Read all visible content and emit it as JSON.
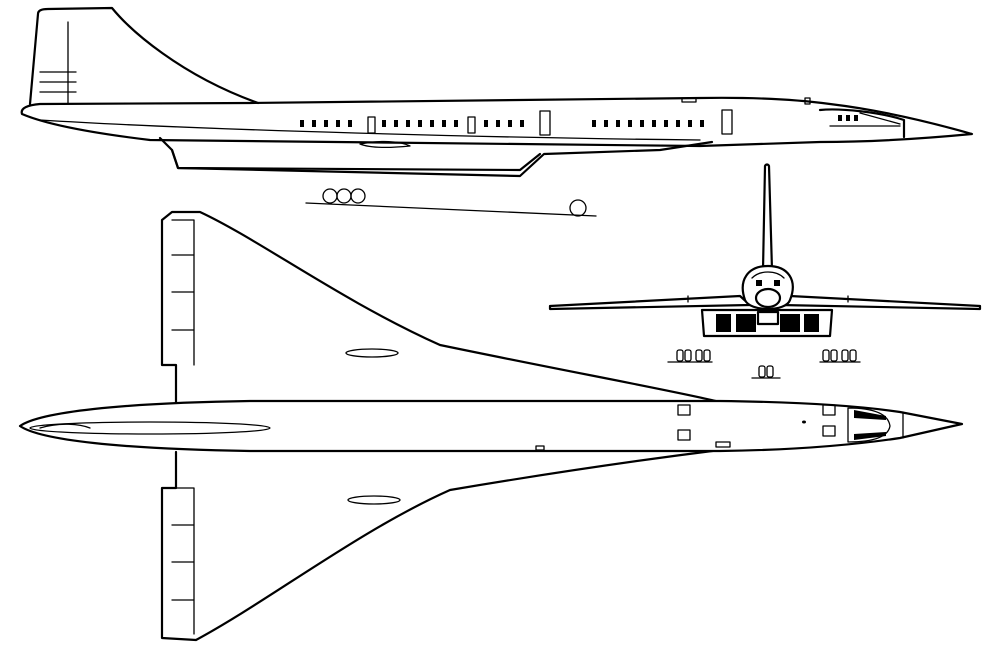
{
  "figure": {
    "views": [
      "side",
      "top",
      "front"
    ]
  }
}
